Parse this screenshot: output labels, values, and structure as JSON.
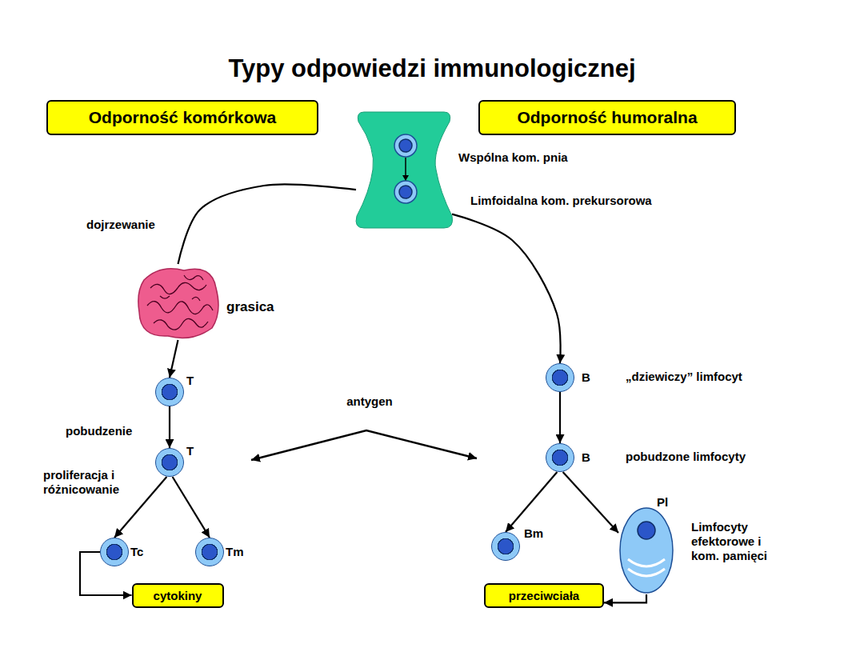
{
  "diagram": {
    "title": "Typy odpowiedzi immunologicznej",
    "nodes": [
      {
        "text": [
          "Odporność komórkowa"
        ]
      },
      {
        "text": [
          "Odporność humoralna"
        ]
      },
      {
        "text": [
          "Wspólna kom. pnia",
          "Limfoidalna kom. prekursorowa"
        ]
      },
      {
        "text": [
          "grasica"
        ]
      },
      {
        "text": [
          "T"
        ]
      },
      {
        "text": [
          "T"
        ]
      },
      {
        "text": [
          "Tc"
        ]
      },
      {
        "text": [
          "Tm"
        ]
      },
      {
        "text": [
          "cytokiny"
        ]
      },
      {
        "text": [
          "B"
        ]
      },
      {
        "text": [
          "B"
        ]
      },
      {
        "text": [
          "Bm"
        ]
      },
      {
        "text": [
          "Pl"
        ]
      },
      {
        "text": [
          "przeciwciała"
        ]
      }
    ],
    "edges": [
      {
        "from": 2,
        "to": 3,
        "arrow": "none",
        "label": "dojrzewanie"
      },
      {
        "from": 2,
        "to": 9,
        "arrow": "to"
      },
      {
        "from": 3,
        "to": 4,
        "arrow": "to"
      },
      {
        "from": 4,
        "to": 5,
        "arrow": "to",
        "label": "pobudzenie"
      },
      {
        "from": 5,
        "to": 6,
        "arrow": "to"
      },
      {
        "from": 5,
        "to": 7,
        "arrow": "to"
      },
      {
        "from": 6,
        "to": 8,
        "arrow": "to"
      },
      {
        "from": 9,
        "to": 10,
        "arrow": "to"
      },
      {
        "from": 10,
        "to": 11,
        "arrow": "to"
      },
      {
        "from": 10,
        "to": 12,
        "arrow": "to"
      },
      {
        "from": 12,
        "to": 13,
        "arrow": "to"
      }
    ],
    "labels": [
      "antygen",
      "proliferacja i różnicowanie",
      "„dziewiczy” limfocyt",
      "pobudzone limfocyty",
      "Limfocyty efektorowe i kom. pamięci"
    ]
  }
}
